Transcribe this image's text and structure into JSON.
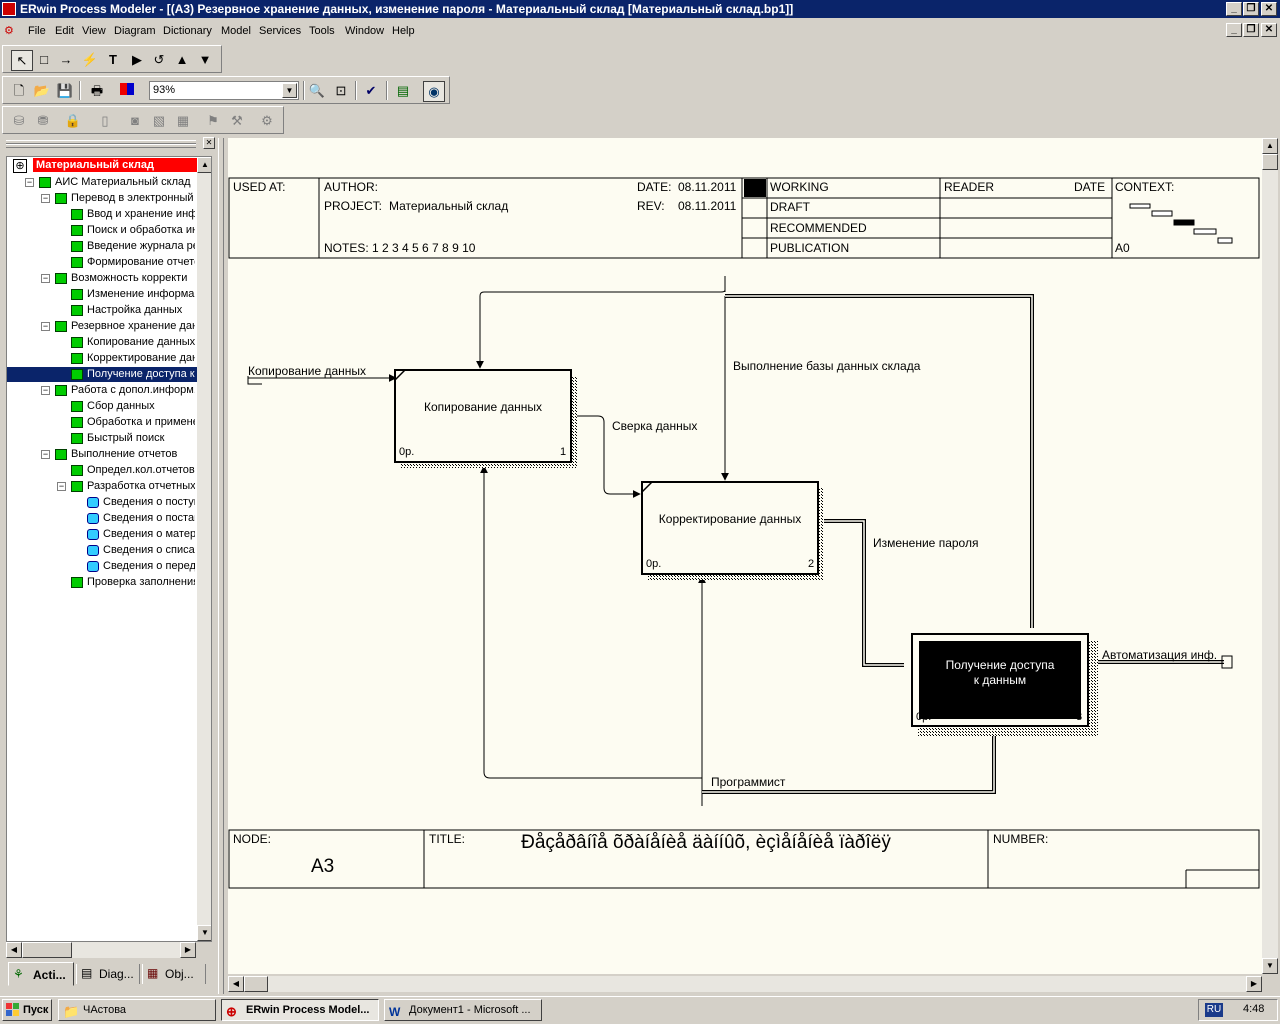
{
  "window": {
    "title": "ERwin Process Modeler - [(A3) Резервное хранение  данных, изменение пароля - Материальный склад  [Материальный склад.bp1]]"
  },
  "menu": [
    "File",
    "Edit",
    "View",
    "Diagram",
    "Dictionary",
    "Model",
    "Services",
    "Tools",
    "Window",
    "Help"
  ],
  "toolbar": {
    "zoom": "93%"
  },
  "tree": {
    "root": "Материальный склад",
    "items": [
      {
        "label": "АИС Материальный склад",
        "level": 1,
        "pm": "−",
        "icon": "green"
      },
      {
        "label": "Перевод  в  электронный",
        "level": 2,
        "pm": "−",
        "icon": "green"
      },
      {
        "label": "Ввод и хранение  инфо",
        "level": 3,
        "pm": "",
        "icon": "green"
      },
      {
        "label": "Поиск и обработка  ин",
        "level": 3,
        "pm": "",
        "icon": "green"
      },
      {
        "label": "Введение журнала  ре",
        "level": 3,
        "pm": "",
        "icon": "green"
      },
      {
        "label": "Формирование отчетс",
        "level": 3,
        "pm": "",
        "icon": "green"
      },
      {
        "label": "Возможность  корректи",
        "level": 2,
        "pm": "−",
        "icon": "green"
      },
      {
        "label": "Изменение информац",
        "level": 3,
        "pm": "",
        "icon": "green"
      },
      {
        "label": "Настройка данных",
        "level": 3,
        "pm": "",
        "icon": "green"
      },
      {
        "label": "Резервное хранение  дан",
        "level": 2,
        "pm": "−",
        "icon": "green"
      },
      {
        "label": "Копирование  данных",
        "level": 3,
        "pm": "",
        "icon": "green"
      },
      {
        "label": "Корректирование дан",
        "level": 3,
        "pm": "",
        "icon": "green"
      },
      {
        "label": "Получение доступа к д",
        "level": 3,
        "pm": "",
        "icon": "green",
        "selected": true
      },
      {
        "label": "Работа с допол.информ. о",
        "level": 2,
        "pm": "−",
        "icon": "green"
      },
      {
        "label": "Сбор данных",
        "level": 3,
        "pm": "",
        "icon": "green"
      },
      {
        "label": "Обработка и применен",
        "level": 3,
        "pm": "",
        "icon": "green"
      },
      {
        "label": "Быстрый поиск",
        "level": 3,
        "pm": "",
        "icon": "green"
      },
      {
        "label": "Выполнение  отчетов",
        "level": 2,
        "pm": "−",
        "icon": "green"
      },
      {
        "label": "Определ.кол.отчетов",
        "level": 3,
        "pm": "",
        "icon": "green"
      },
      {
        "label": "Разработка отчетных",
        "level": 3,
        "pm": "−",
        "icon": "green"
      },
      {
        "label": "Сведения о  поступ",
        "level": 4,
        "pm": "",
        "icon": "cyan"
      },
      {
        "label": "Сведения  о постав",
        "level": 4,
        "pm": "",
        "icon": "cyan"
      },
      {
        "label": "Сведения о  матери",
        "level": 4,
        "pm": "",
        "icon": "cyan"
      },
      {
        "label": "Сведения о  списан",
        "level": 4,
        "pm": "",
        "icon": "cyan"
      },
      {
        "label": "Сведения о  переда",
        "level": 4,
        "pm": "",
        "icon": "cyan"
      },
      {
        "label": "Проверка заполнения",
        "level": 3,
        "pm": "",
        "icon": "green"
      }
    ],
    "tabs": [
      "Acti...",
      "Diag...",
      "Obj..."
    ]
  },
  "diagram": {
    "header": {
      "used_at": "USED AT:",
      "author": "AUTHOR:",
      "project_label": "PROJECT:",
      "project": "Материальный склад",
      "date_label": "DATE:",
      "date": "08.11.2011",
      "rev_label": "REV:",
      "rev": "08.11.2011",
      "notes": "NOTES:  1  2  3  4  5  6  7  8  9  10",
      "statuses": [
        "WORKING",
        "DRAFT",
        "RECOMMENDED",
        "PUBLICATION"
      ],
      "reader": "READER",
      "reader_date": "DATE",
      "context": "CONTEXT:",
      "context_node": "A0"
    },
    "boxes": [
      {
        "title": "Копирование   данных",
        "cost": "0р.",
        "num": "1"
      },
      {
        "title": "Корректирование данных",
        "cost": "0р.",
        "num": "2"
      },
      {
        "title": "Получение доступа\nк данным",
        "cost": "0р.",
        "num": "3"
      }
    ],
    "arrows": {
      "input1": "Копирование данных",
      "control": "Выполнение базы данных склада",
      "sverka": "Сверка данных",
      "izmenenie": "Изменение пароля",
      "output": "Автоматизация инф.",
      "mechanism": "Программист"
    },
    "footer": {
      "node_label": "NODE:",
      "node": "A3",
      "title_label": "TITLE:",
      "title": "Ðåçåðâíîå õðàíåíèå  äàííûõ, èçìåíåíèå ïàðîëÿ",
      "number_label": "NUMBER:"
    }
  },
  "taskbar": {
    "start": "Пуск",
    "tasks": [
      "ЧАстова",
      "ERwin Process Model...",
      "Документ1 - Microsoft ..."
    ],
    "lang": "RU",
    "time": "4:48"
  }
}
